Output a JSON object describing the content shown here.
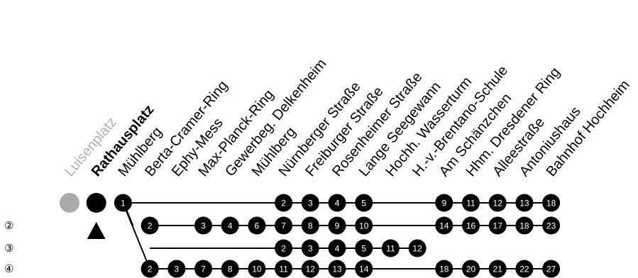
{
  "stops": [
    {
      "name": "Luisenplatz",
      "style": "muted"
    },
    {
      "name": "Rathausplatz",
      "style": "bold"
    },
    {
      "name": "Mühlberg",
      "style": "normal"
    },
    {
      "name": "Berta-Cramer-Ring",
      "style": "normal"
    },
    {
      "name": "Ephy-Mess",
      "style": "normal"
    },
    {
      "name": "Max-Planck-Ring",
      "style": "normal"
    },
    {
      "name": "Gewerbeg. Delkenheim",
      "style": "normal"
    },
    {
      "name": "Mühlberg",
      "style": "normal"
    },
    {
      "name": "Nürnberger Straße",
      "style": "normal"
    },
    {
      "name": "Freiburger Straße",
      "style": "normal"
    },
    {
      "name": "Rosenheimer Straße",
      "style": "normal"
    },
    {
      "name": "Lange Seegewann",
      "style": "normal"
    },
    {
      "name": "Hochh. Wasserturm",
      "style": "normal"
    },
    {
      "name": "H.-v.-Brentano-Schule",
      "style": "normal"
    },
    {
      "name": "Am Schänzchen",
      "style": "normal"
    },
    {
      "name": "Hhm. Dresdener Ring",
      "style": "normal"
    },
    {
      "name": "Alleestraße",
      "style": "normal"
    },
    {
      "name": "Antoniushaus",
      "style": "normal"
    },
    {
      "name": "Bahnhof Hochheim",
      "style": "normal"
    }
  ],
  "origin_markers": [
    {
      "stop": "Luisenplatz",
      "color": "#aaaaaa",
      "label": ""
    },
    {
      "stop": "Rathausplatz",
      "color": "#000000",
      "label": ""
    }
  ],
  "current_stop_marker": "up-triangle",
  "rows": [
    {
      "label": "",
      "dots": [
        {
          "stop": 2,
          "value": "1"
        },
        {
          "stop": 8,
          "value": "2"
        },
        {
          "stop": 9,
          "value": "3"
        },
        {
          "stop": 10,
          "value": "4"
        },
        {
          "stop": 11,
          "value": "5"
        },
        {
          "stop": 14,
          "value": "9"
        },
        {
          "stop": 15,
          "value": "11"
        },
        {
          "stop": 16,
          "value": "12"
        },
        {
          "stop": 17,
          "value": "13"
        },
        {
          "stop": 18,
          "value": "18"
        }
      ]
    },
    {
      "label": "②",
      "dots": [
        {
          "stop": 3,
          "value": "2"
        },
        {
          "stop": 5,
          "value": "3"
        },
        {
          "stop": 6,
          "value": "4"
        },
        {
          "stop": 7,
          "value": "6"
        },
        {
          "stop": 8,
          "value": "7"
        },
        {
          "stop": 9,
          "value": "8"
        },
        {
          "stop": 10,
          "value": "9"
        },
        {
          "stop": 11,
          "value": "10"
        },
        {
          "stop": 14,
          "value": "14"
        },
        {
          "stop": 15,
          "value": "16"
        },
        {
          "stop": 16,
          "value": "17"
        },
        {
          "stop": 17,
          "value": "18"
        },
        {
          "stop": 18,
          "value": "23"
        }
      ]
    },
    {
      "label": "③",
      "dots": [
        {
          "stop": 8,
          "value": "2"
        },
        {
          "stop": 9,
          "value": "3"
        },
        {
          "stop": 10,
          "value": "4"
        },
        {
          "stop": 11,
          "value": "5"
        },
        {
          "stop": 12,
          "value": "11"
        },
        {
          "stop": 13,
          "value": "12"
        }
      ]
    },
    {
      "label": "④",
      "dots": [
        {
          "stop": 3,
          "value": "2"
        },
        {
          "stop": 4,
          "value": "3"
        },
        {
          "stop": 5,
          "value": "7"
        },
        {
          "stop": 6,
          "value": "8"
        },
        {
          "stop": 7,
          "value": "10"
        },
        {
          "stop": 8,
          "value": "11"
        },
        {
          "stop": 9,
          "value": "12"
        },
        {
          "stop": 10,
          "value": "13"
        },
        {
          "stop": 11,
          "value": "14"
        },
        {
          "stop": 14,
          "value": "18"
        },
        {
          "stop": 15,
          "value": "20"
        },
        {
          "stop": 16,
          "value": "21"
        },
        {
          "stop": 17,
          "value": "22"
        },
        {
          "stop": 18,
          "value": "27"
        }
      ]
    }
  ]
}
